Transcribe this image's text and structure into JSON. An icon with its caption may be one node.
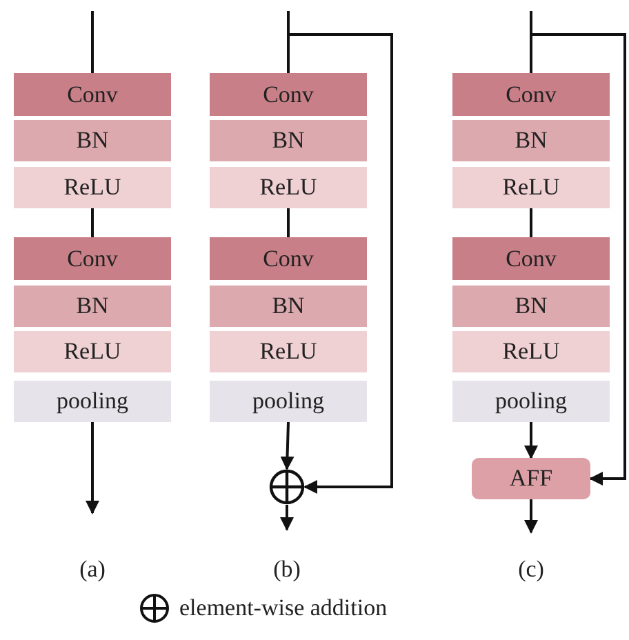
{
  "diagram": {
    "nodes": [
      {
        "text": [
          "Conv"
        ]
      },
      {
        "text": [
          "BN"
        ]
      },
      {
        "text": [
          "ReLU"
        ]
      },
      {
        "text": [
          "Conv"
        ]
      },
      {
        "text": [
          "BN"
        ]
      },
      {
        "text": [
          "ReLU"
        ]
      },
      {
        "text": [
          "pooling"
        ]
      },
      {
        "text": [
          "Conv"
        ]
      },
      {
        "text": [
          "BN"
        ]
      },
      {
        "text": [
          "ReLU"
        ]
      },
      {
        "text": [
          "Conv"
        ]
      },
      {
        "text": [
          "BN"
        ]
      },
      {
        "text": [
          "ReLU"
        ]
      },
      {
        "text": [
          "pooling"
        ]
      },
      {
        "text": [],
        "shape": "circle"
      },
      {
        "text": [
          "Conv"
        ]
      },
      {
        "text": [
          "BN"
        ]
      },
      {
        "text": [
          "ReLU"
        ]
      },
      {
        "text": [
          "Conv"
        ]
      },
      {
        "text": [
          "BN"
        ]
      },
      {
        "text": [
          "ReLU"
        ]
      },
      {
        "text": [
          "pooling"
        ]
      },
      {
        "text": [
          "AFF"
        ]
      }
    ],
    "edges": [
      {
        "from": null,
        "to": 0,
        "arrow": "none"
      },
      {
        "from": 2,
        "to": 3,
        "arrow": "none"
      },
      {
        "from": 6,
        "to": null,
        "arrow": "to"
      },
      {
        "from": null,
        "to": 7,
        "arrow": "none"
      },
      {
        "from": 9,
        "to": 10,
        "arrow": "none"
      },
      {
        "from": 13,
        "to": 14,
        "arrow": "to"
      },
      {
        "from": null,
        "to": 14,
        "arrow": "to"
      },
      {
        "from": 14,
        "to": null,
        "arrow": "to"
      },
      {
        "from": null,
        "to": 15,
        "arrow": "none"
      },
      {
        "from": 17,
        "to": 18,
        "arrow": "none"
      },
      {
        "from": 21,
        "to": 22,
        "arrow": "to"
      },
      {
        "from": null,
        "to": 22,
        "arrow": "to"
      },
      {
        "from": 22,
        "to": null,
        "arrow": "to"
      }
    ],
    "labels": [
      "(a)",
      "(b)",
      "(c)"
    ],
    "legend": [
      {
        "text": "element-wise addition"
      }
    ]
  }
}
